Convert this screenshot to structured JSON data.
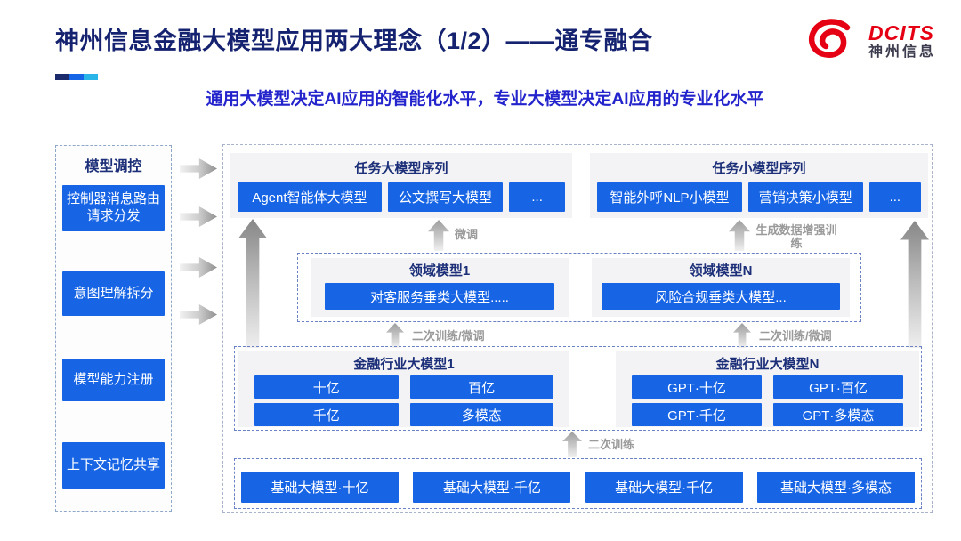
{
  "header": {
    "title": "神州信息金融大模型应用两大理念（1/2）——通专融合",
    "subtitle": "通用大模型决定AI应用的智能化水平，专业大模型决定AI应用的专业化水平",
    "logo": {
      "brand_en": "DCITS",
      "brand_cn": "神州信息",
      "brand_color": "#e60014"
    },
    "accent_colors": [
      "#1b2a6b",
      "#1565e6",
      "#29b5e8"
    ]
  },
  "sidebar": {
    "title": "模型调控",
    "items": [
      {
        "label": "控制器消息路由请求分发"
      },
      {
        "label": "意图理解拆分"
      },
      {
        "label": "模型能力注册"
      },
      {
        "label": "上下文记忆共享"
      }
    ]
  },
  "diagram": {
    "task_large": {
      "title": "任务大模型序列",
      "boxes": [
        "Agent智能体大模型",
        "公文撰写大模型",
        "..."
      ]
    },
    "task_small": {
      "title": "任务小模型序列",
      "boxes": [
        "智能外呼NLP小模型",
        "营销决策小模型",
        "..."
      ]
    },
    "labels": {
      "fine_tune": "微调",
      "gen_data_train": "生成数据增强训练",
      "retrain_finetune": "二次训练/微调",
      "retrain": "二次训练"
    },
    "domain": {
      "groups": [
        {
          "title": "领域模型1",
          "box": "对客服务垂类大模型....."
        },
        {
          "title": "领域模型N",
          "box": "风险合规垂类大模型..."
        }
      ]
    },
    "industry": {
      "groups": [
        {
          "title": "金融行业大模型1",
          "boxes": [
            "十亿",
            "百亿",
            "千亿",
            "多模态"
          ]
        },
        {
          "title": "金融行业大模型N",
          "boxes": [
            "GPT·十亿",
            "GPT·百亿",
            "GPT·千亿",
            "GPT·多模态"
          ]
        }
      ]
    },
    "base_models": [
      "基础大模型·十亿",
      "基础大模型·千亿",
      "基础大模型·千亿",
      "基础大模型·多模态"
    ]
  },
  "colors": {
    "primary_blue": "#1765e5",
    "navy": "#152270",
    "subtitle_blue": "#2424cc",
    "label_gray": "#9a9a9a"
  }
}
